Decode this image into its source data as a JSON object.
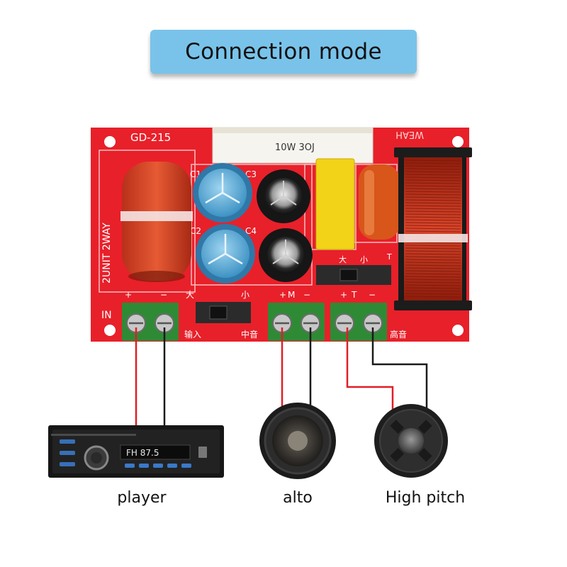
{
  "title": "Connection mode",
  "board": {
    "model": "GD-215",
    "resistor_label": "10W 3OJ",
    "side_label": "2UNIT 2WAY",
    "mirrored_label": "WEAH",
    "input_label": "IN",
    "input_chinese": "输入",
    "mid_chinese": "中音",
    "high_chinese": "高音",
    "switch_large": "大",
    "switch_small": "小",
    "mid_marker": "M",
    "tweeter_marker": "T",
    "plus": "+",
    "minus": "−",
    "capacitors": {
      "c1": "C1",
      "c2": "C2",
      "c3": "C3",
      "c4": "C4"
    }
  },
  "devices": {
    "player": "player",
    "alto": "alto",
    "high_pitch": "High pitch"
  },
  "player_display": "FH 87.5",
  "colors": {
    "title_bg": "#79c3ea",
    "board": "#e8202a",
    "terminal": "#2f8a35",
    "coil_copper": "#c83a1c",
    "wire_red": "#e01f26",
    "wire_black": "#1a1a1a"
  }
}
